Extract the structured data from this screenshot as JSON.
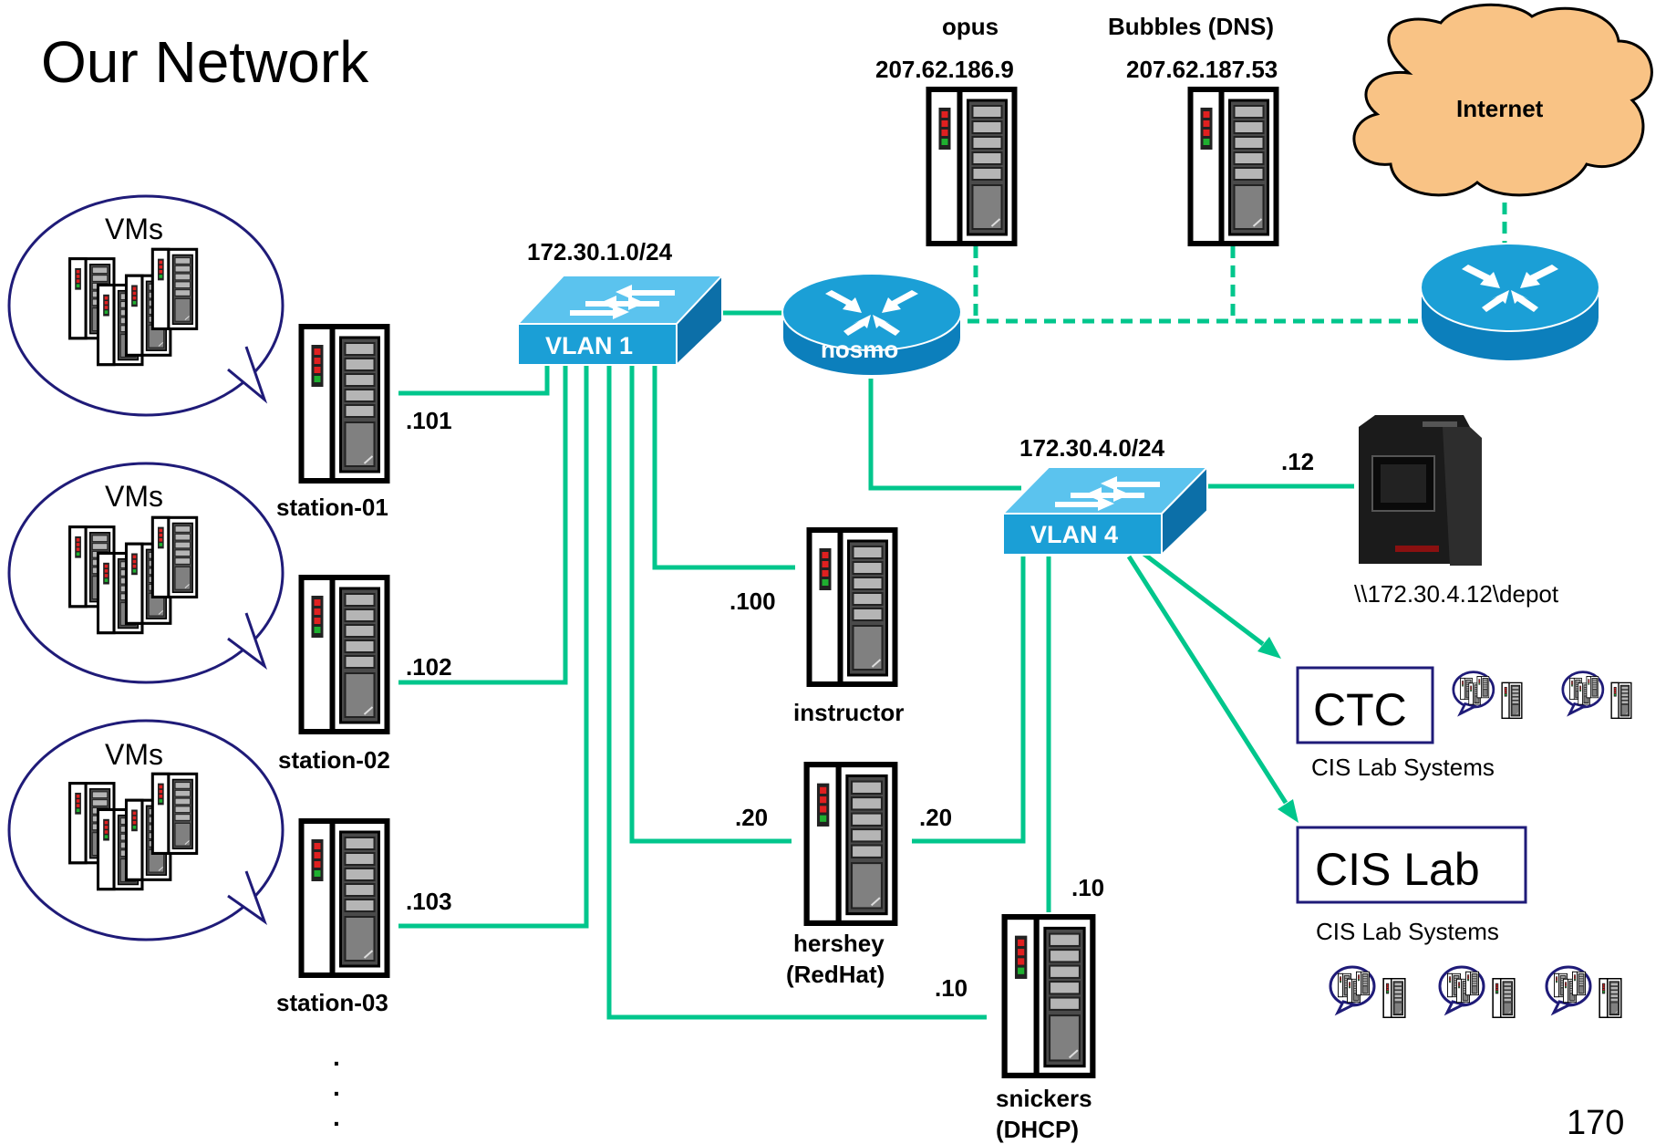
{
  "slide": {
    "title": "Our Network",
    "page_number": "170"
  },
  "vm_bubbles": [
    {
      "label": "VMs"
    },
    {
      "label": "VMs"
    },
    {
      "label": "VMs"
    }
  ],
  "stations": [
    {
      "name": "station-01",
      "ip_suffix": ".101"
    },
    {
      "name": "station-02",
      "ip_suffix": ".102"
    },
    {
      "name": "station-03",
      "ip_suffix": ".103"
    }
  ],
  "ellipsis": [
    "·",
    "·",
    "·"
  ],
  "switches": {
    "vlan1": {
      "subnet": "172.30.1.0/24",
      "label": "VLAN 1"
    },
    "vlan4": {
      "subnet": "172.30.4.0/24",
      "label": "VLAN 4"
    }
  },
  "router": {
    "label": "nosmo"
  },
  "internet": {
    "label": "Internet"
  },
  "servers": {
    "opus": {
      "name": "opus",
      "ip": "207.62.186.9"
    },
    "bubbles": {
      "name": "Bubbles (DNS)",
      "ip": "207.62.187.53"
    },
    "instructor": {
      "name": "instructor",
      "ip_suffix": ".100"
    },
    "hershey": {
      "name_line1": "hershey",
      "name_line2": "(RedHat)",
      "ip_vlan1": ".20",
      "ip_vlan4": ".20"
    },
    "snickers": {
      "name_line1": "snickers",
      "name_line2": "(DHCP)",
      "ip_vlan1": ".10",
      "ip_vlan4": ".10"
    }
  },
  "nas": {
    "ip_suffix": ".12",
    "share": "\\\\172.30.4.12\\depot"
  },
  "labs": {
    "ctc": {
      "name": "CTC",
      "caption": "CIS Lab Systems"
    },
    "cislab": {
      "name": "CIS Lab",
      "caption": "CIS Lab Systems"
    }
  },
  "colors": {
    "link": "#00c68c",
    "switch": "#1b9fd6",
    "router": "#1b9fd6",
    "cloud": "#f9c385",
    "bubble_outline": "#1f1b78",
    "lab_box_outline": "#1f1b78"
  }
}
